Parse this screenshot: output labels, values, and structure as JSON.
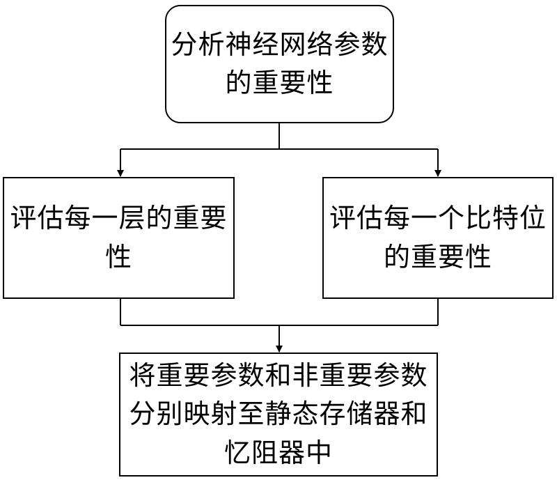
{
  "nodes": {
    "top": "分析神经网络参数\n的重要性",
    "left": "评估每一层的重要\n性",
    "right": "评估每一个比特位\n的重要性",
    "bottom": "将重要参数和非重要参数\n分别映射至静态存储器和\n忆阻器中"
  }
}
